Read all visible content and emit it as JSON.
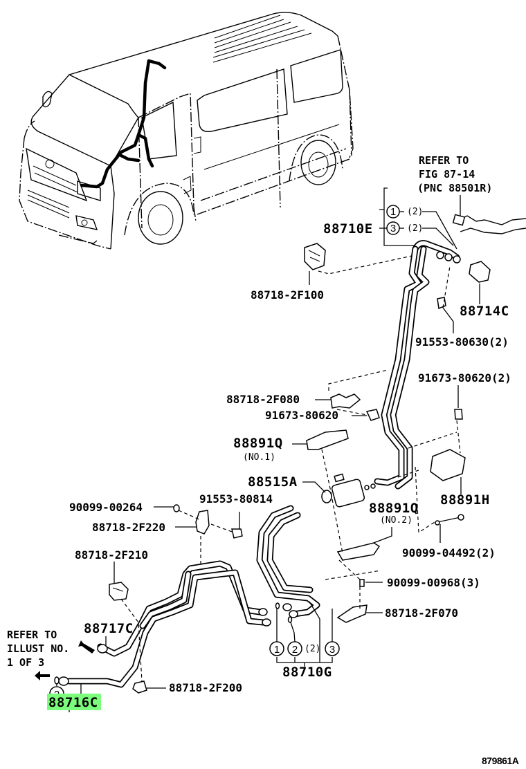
{
  "diagram": {
    "title_code": "879861A",
    "highlight_color": "#7CFC7C",
    "references": {
      "top_right": [
        "REFER TO",
        "FIG 87-14",
        "(PNC 88501R)"
      ],
      "bottom_left": [
        "REFER TO",
        "ILLUST NO.",
        "1 OF 3"
      ]
    },
    "groups": {
      "e": {
        "label": "88710E",
        "items": [
          {
            "num": "1",
            "qty": "(2)"
          },
          {
            "num": "3",
            "qty": "(2)"
          }
        ]
      },
      "g": {
        "label": "88710G",
        "items": [
          {
            "num": "1",
            "qty": ""
          },
          {
            "num": "2",
            "qty": "(2)"
          },
          {
            "num": "3",
            "qty": ""
          }
        ]
      },
      "c": {
        "label": "88716C",
        "highlighted": true,
        "items": [
          {
            "num": "2",
            "qty": ""
          }
        ]
      }
    },
    "parts": [
      {
        "id": "88718-2F100",
        "label": "88718-2F100"
      },
      {
        "id": "88714C",
        "label": "88714C"
      },
      {
        "id": "91553-80630",
        "label": "91553-80630(2)"
      },
      {
        "id": "91673-80620-2",
        "label": "91673-80620(2)"
      },
      {
        "id": "88718-2F080",
        "label": "88718-2F080"
      },
      {
        "id": "91673-80620",
        "label": "91673-80620"
      },
      {
        "id": "88891Q-1",
        "label": "88891Q",
        "sub": "(NO.1)"
      },
      {
        "id": "88515A",
        "label": "88515A"
      },
      {
        "id": "88891H",
        "label": "88891H"
      },
      {
        "id": "90099-00264",
        "label": "90099-00264"
      },
      {
        "id": "91553-80814",
        "label": "91553-80814"
      },
      {
        "id": "88718-2F220",
        "label": "88718-2F220"
      },
      {
        "id": "88891Q-2",
        "label": "88891Q",
        "sub": "(NO.2)"
      },
      {
        "id": "90099-04492",
        "label": "90099-04492(2)"
      },
      {
        "id": "88718-2F210",
        "label": "88718-2F210"
      },
      {
        "id": "90099-00968",
        "label": "90099-00968(3)"
      },
      {
        "id": "88718-2F070",
        "label": "88718-2F070"
      },
      {
        "id": "88717C",
        "label": "88717C"
      },
      {
        "id": "88718-2F200",
        "label": "88718-2F200"
      }
    ]
  }
}
